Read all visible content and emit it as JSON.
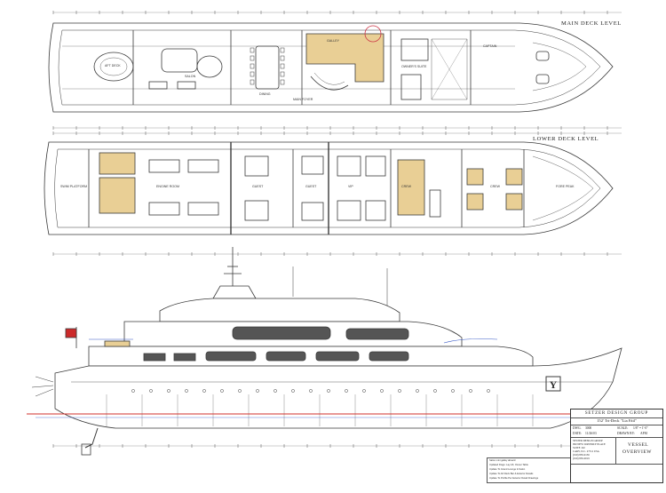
{
  "decks": {
    "main": {
      "label": "MAIN DECK LEVEL",
      "rooms": [
        "AFT DECK",
        "SALON",
        "DINING",
        "GALLEY",
        "MAIN FOYER",
        "OWNER'S SUITE",
        "CAPTAIN"
      ]
    },
    "lower": {
      "label": "LOWER DECK LEVEL",
      "rooms": [
        "SWIM PLATFORM",
        "ENGINE ROOM",
        "GUEST",
        "GUEST",
        "VIP",
        "CREW",
        "CREW",
        "FORE PEAK"
      ]
    }
  },
  "title_block": {
    "company": "SETZER DESIGN GROUP",
    "project": "152' Tri-Deck \"Lia Fáil\"",
    "dwg_label": "DWG.",
    "dwg_value": "3000",
    "scale_label": "SCALE:",
    "scale_value": "1/8\" = 1'-0\"",
    "date_label": "DATE:",
    "date_value": "11/26/03",
    "drawn_label": "DRAWN BY:",
    "drawn_value": "AFM",
    "address": [
      "SETZER DESIGN GROUP",
      "990 NEW WAVERLY PLACE",
      "SUITE 102",
      "CARY, N.C. 27511 USA",
      "(919) 859-9156",
      "(919) 859-0019"
    ],
    "sheet_title_line1": "VESSEL",
    "sheet_title_line2": "OVERVIEW"
  },
  "revisions": [
    "Salon mini galley aboard",
    "Updated Dwgs: Lay Aft, Owner Table",
    "Update To Grand Lounge & Salon",
    "Update To Aft Deck Bar & Exterior Details",
    "Update To Profile Per Exterior Detail Drawings"
  ],
  "colors": {
    "line": "#3a3a3a",
    "highlight": "#e9cf95",
    "waterline": "#d0312d",
    "blue_line": "#3557c5",
    "flag": "#cc2a2a"
  }
}
